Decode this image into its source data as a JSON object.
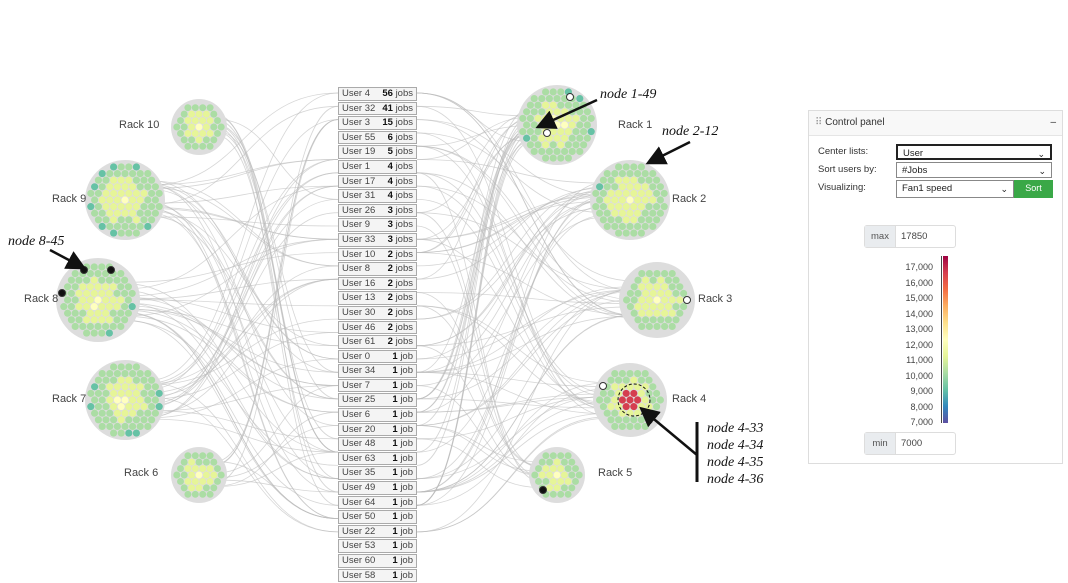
{
  "racks": [
    {
      "label": "Rack 1"
    },
    {
      "label": "Rack 2"
    },
    {
      "label": "Rack 3"
    },
    {
      "label": "Rack 4"
    },
    {
      "label": "Rack 5"
    },
    {
      "label": "Rack 6"
    },
    {
      "label": "Rack 7"
    },
    {
      "label": "Rack 8"
    },
    {
      "label": "Rack 9"
    },
    {
      "label": "Rack 10"
    }
  ],
  "users": [
    {
      "name": "User 4",
      "count": "56",
      "unit": "jobs"
    },
    {
      "name": "User 32",
      "count": "41",
      "unit": "jobs"
    },
    {
      "name": "User 3",
      "count": "15",
      "unit": "jobs"
    },
    {
      "name": "User 55",
      "count": "6",
      "unit": "jobs"
    },
    {
      "name": "User 19",
      "count": "5",
      "unit": "jobs"
    },
    {
      "name": "User 1",
      "count": "4",
      "unit": "jobs"
    },
    {
      "name": "User 17",
      "count": "4",
      "unit": "jobs"
    },
    {
      "name": "User 31",
      "count": "4",
      "unit": "jobs"
    },
    {
      "name": "User 26",
      "count": "3",
      "unit": "jobs"
    },
    {
      "name": "User 9",
      "count": "3",
      "unit": "jobs"
    },
    {
      "name": "User 33",
      "count": "3",
      "unit": "jobs"
    },
    {
      "name": "User 10",
      "count": "2",
      "unit": "jobs"
    },
    {
      "name": "User 8",
      "count": "2",
      "unit": "jobs"
    },
    {
      "name": "User 16",
      "count": "2",
      "unit": "jobs"
    },
    {
      "name": "User 13",
      "count": "2",
      "unit": "jobs"
    },
    {
      "name": "User 30",
      "count": "2",
      "unit": "jobs"
    },
    {
      "name": "User 46",
      "count": "2",
      "unit": "jobs"
    },
    {
      "name": "User 61",
      "count": "2",
      "unit": "jobs"
    },
    {
      "name": "User 0",
      "count": "1",
      "unit": "job"
    },
    {
      "name": "User 34",
      "count": "1",
      "unit": "job"
    },
    {
      "name": "User 7",
      "count": "1",
      "unit": "job"
    },
    {
      "name": "User 25",
      "count": "1",
      "unit": "job"
    },
    {
      "name": "User 6",
      "count": "1",
      "unit": "job"
    },
    {
      "name": "User 20",
      "count": "1",
      "unit": "job"
    },
    {
      "name": "User 48",
      "count": "1",
      "unit": "job"
    },
    {
      "name": "User 63",
      "count": "1",
      "unit": "job"
    },
    {
      "name": "User 35",
      "count": "1",
      "unit": "job"
    },
    {
      "name": "User 49",
      "count": "1",
      "unit": "job"
    },
    {
      "name": "User 64",
      "count": "1",
      "unit": "job"
    },
    {
      "name": "User 50",
      "count": "1",
      "unit": "job"
    },
    {
      "name": "User 22",
      "count": "1",
      "unit": "job"
    },
    {
      "name": "User 53",
      "count": "1",
      "unit": "job"
    },
    {
      "name": "User 60",
      "count": "1",
      "unit": "job"
    },
    {
      "name": "User 58",
      "count": "1",
      "unit": "job"
    }
  ],
  "annotations": {
    "a1": "node 1-49",
    "a2": "node 2-12",
    "a3": "node 8-45",
    "a4": [
      "node 4-33",
      "node 4-34",
      "node 4-35",
      "node 4-36"
    ]
  },
  "panel": {
    "title": "Control panel",
    "minimize": "–",
    "center_label": "Center lists:",
    "center_value": "User",
    "sort_label": "Sort users by:",
    "sort_value": "#Jobs",
    "vis_label": "Visualizing:",
    "vis_value": "Fan1 speed",
    "sort_button": "Sort",
    "max_label": "max",
    "max_value": "17850",
    "min_label": "min",
    "min_value": "7000",
    "ticks": [
      "17,000",
      "16,000",
      "15,000",
      "14,000",
      "13,000",
      "12,000",
      "11,000",
      "10,000",
      "9,000",
      "8,000",
      "7,000"
    ]
  },
  "colors": {
    "ramp": [
      "#5e4fa2",
      "#3288bd",
      "#66c2a5",
      "#abdda4",
      "#e6f598",
      "#ffffbf",
      "#fee08b",
      "#fdae61",
      "#f46d43",
      "#d53e4f",
      "#9e0142"
    ]
  }
}
